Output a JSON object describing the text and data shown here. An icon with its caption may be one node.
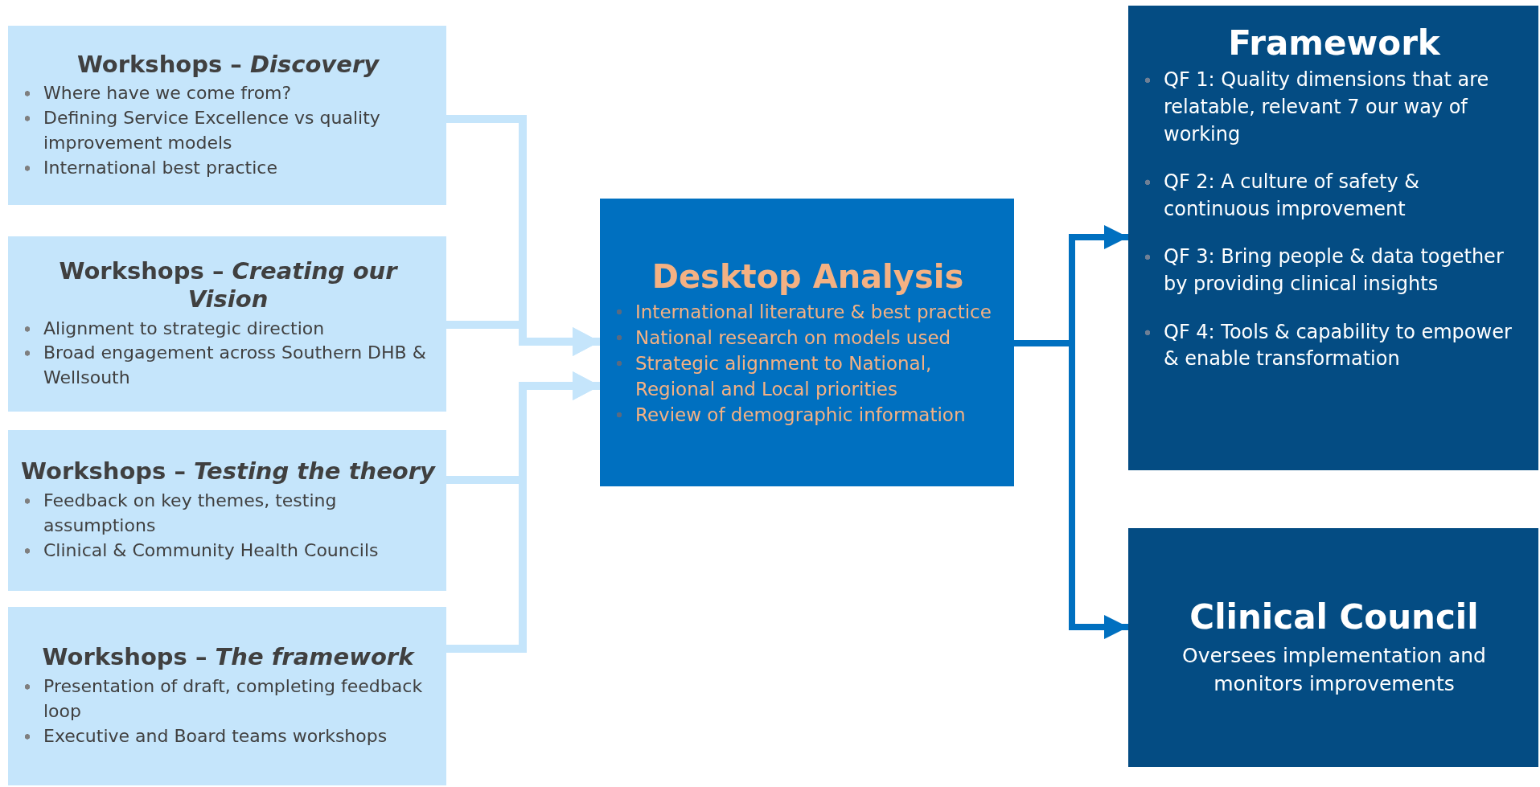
{
  "diagram": {
    "nodes": [
      {
        "text": [
          "Workshops – *Discovery*",
          "Where have we come from?",
          "Defining Service Excellence vs quality improvement models",
          "International best practice"
        ]
      },
      {
        "text": [
          "Workshops – *Creating our Vision*",
          "Alignment to strategic direction",
          "Broad engagement across Southern DHB & Wellsouth"
        ]
      },
      {
        "text": [
          "Workshops – *Testing the theory*",
          "Feedback on key themes, testing assumptions",
          "Clinical & Community Health Councils"
        ]
      },
      {
        "text": [
          "Workshops – *The framework*",
          "Presentation of draft, completing feedback loop",
          "Executive and Board teams workshops"
        ]
      },
      {
        "text": [
          "Desktop Analysis",
          "International literature & best practice",
          "National research on models used",
          "Strategic alignment to National, Regional and Local priorities",
          "Review of demographic information"
        ]
      },
      {
        "text": [
          "Framework",
          "QF 1: Quality dimensions that are relatable, relevant 7 our way of working",
          "QF 2: A culture of safety & continuous improvement",
          "QF 3: Bring people & data together by providing clinical insights",
          "QF 4: Tools & capability to empower & enable transformation"
        ]
      },
      {
        "text": [
          "Clinical Council",
          "Oversees implementation and monitors improvements"
        ]
      }
    ],
    "edges": [
      {
        "from": 0,
        "to": 4,
        "arrow": "to"
      },
      {
        "from": 1,
        "to": 4,
        "arrow": "to"
      },
      {
        "from": 2,
        "to": 4,
        "arrow": "to"
      },
      {
        "from": 3,
        "to": 4,
        "arrow": "to"
      },
      {
        "from": 4,
        "to": 5,
        "arrow": "to",
        "color": "#0070c0"
      },
      {
        "from": 4,
        "to": 6,
        "arrow": "to",
        "color": "#0070c0"
      }
    ]
  }
}
